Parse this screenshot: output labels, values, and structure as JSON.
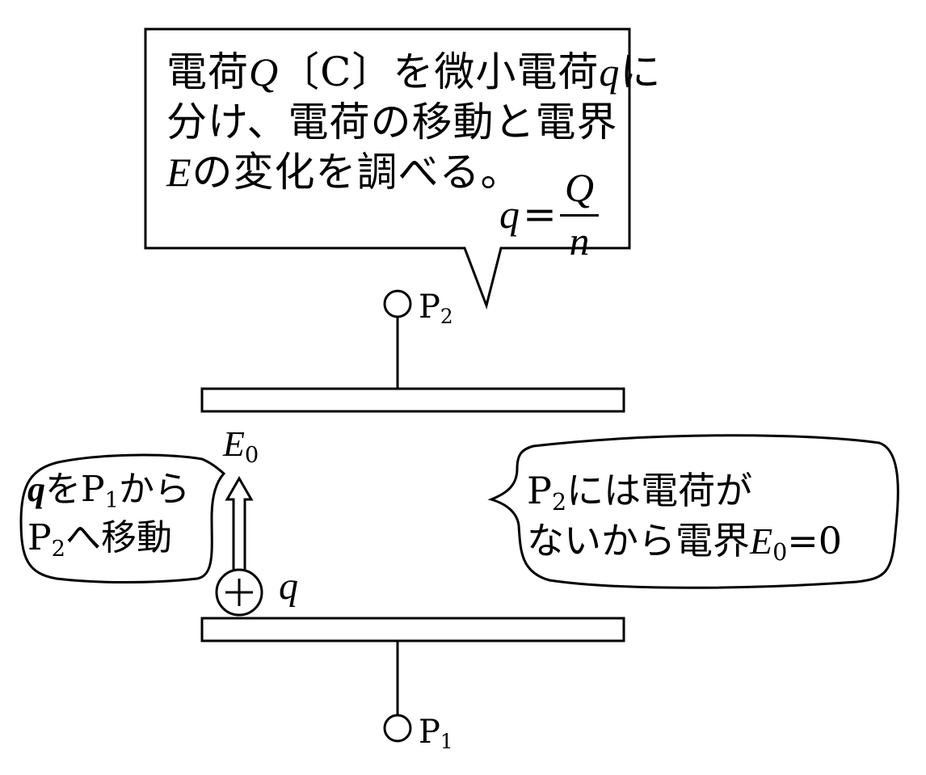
{
  "top_callout": {
    "line1": [
      "電荷",
      "Q",
      "〔C〕を微小電荷",
      "q",
      "に"
    ],
    "line2": "分け、電荷の移動と電界",
    "line3": [
      "E",
      "の変化を調べる。"
    ],
    "formula": {
      "lhs": "q",
      "eq": "=",
      "num": "Q",
      "den": "n"
    }
  },
  "terminal_top": {
    "letter": "P",
    "sub": "2"
  },
  "terminal_bottom": {
    "letter": "P",
    "sub": "1"
  },
  "field_label": {
    "letter": "E",
    "sub": "0"
  },
  "charge": {
    "sign": "+",
    "label": "q"
  },
  "left_bubble": {
    "line1": [
      "q",
      "を",
      "P",
      "1",
      "から"
    ],
    "line2": [
      "P",
      "2",
      "へ移動"
    ]
  },
  "right_bubble": {
    "line1": [
      "P",
      "2",
      "には電荷が"
    ],
    "line2": [
      "ないから電界",
      "E",
      "0",
      "=0"
    ]
  },
  "colors": {
    "stroke": "#000000",
    "fill": "#ffffff"
  }
}
